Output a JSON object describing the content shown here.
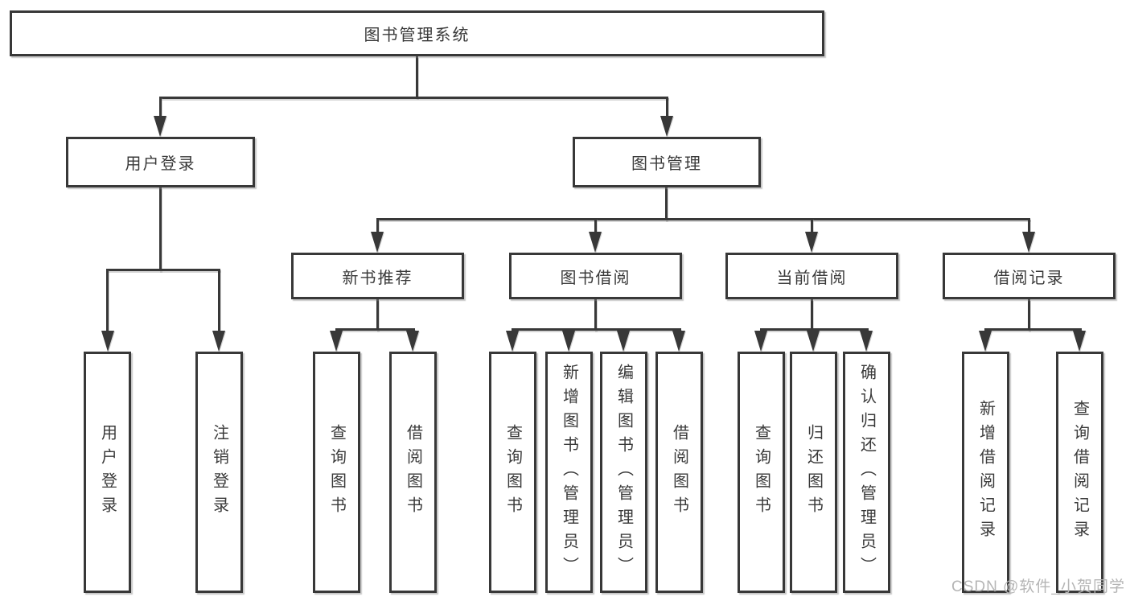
{
  "diagram": {
    "title_node": {
      "label": "图书管理系统"
    },
    "level2": [
      {
        "label": "用户登录"
      },
      {
        "label": "图书管理"
      }
    ],
    "level3": [
      {
        "label": "新书推荐"
      },
      {
        "label": "图书借阅"
      },
      {
        "label": "当前借阅"
      },
      {
        "label": "借阅记录"
      }
    ],
    "leaves": {
      "user_login": [
        "用户登录",
        "注销登录"
      ],
      "new_book": [
        "查询图书",
        "借阅图书"
      ],
      "book_borrow": [
        "查询图书",
        "新增图书（管理员）",
        "编辑图书（管理员）",
        "借阅图书"
      ],
      "current_borrow": [
        "查询图书",
        "归还图书",
        "确认归还（管理员）"
      ],
      "borrow_record": [
        "新增借阅记录",
        "查询借阅记录"
      ]
    },
    "colors": {
      "line": "#383838",
      "text": "#3a3a3a",
      "box_fill": "#ffffff",
      "background": "#ffffff"
    }
  },
  "watermark": {
    "text": "CSDN @软件_小贺同学",
    "color": "#b5b5b5"
  }
}
